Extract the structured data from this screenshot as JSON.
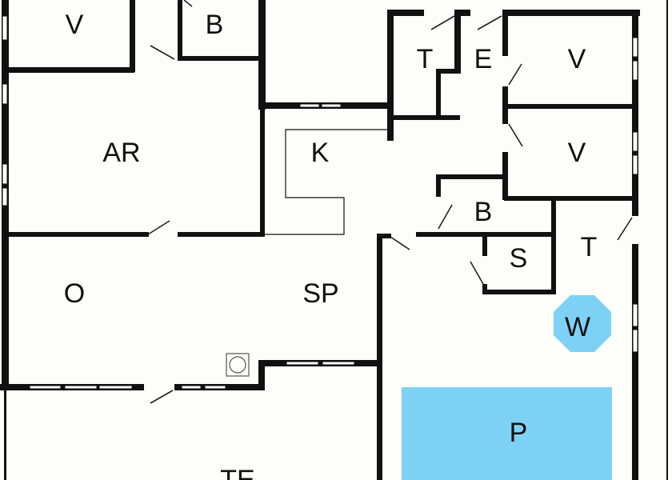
{
  "colors": {
    "water": "#7dd1f5",
    "wall": "#111111",
    "background": "#fdfdf9"
  },
  "rooms": {
    "v_topleft": "V",
    "b_top": "B",
    "ar": "AR",
    "k": "K",
    "t_top": "T",
    "e": "E",
    "v_right1": "V",
    "v_right2": "V",
    "b_mid": "B",
    "t_mid": "T",
    "s": "S",
    "o": "O",
    "sp": "SP",
    "w": "W",
    "p": "P",
    "te": "TE"
  }
}
